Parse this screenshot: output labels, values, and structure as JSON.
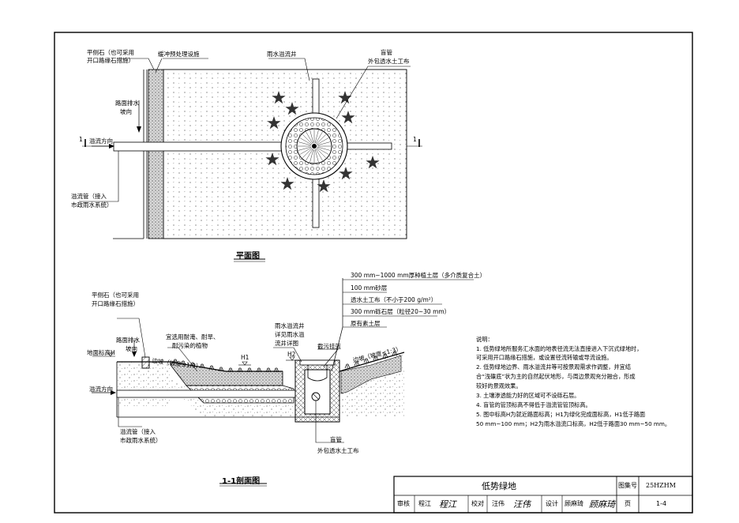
{
  "plan": {
    "title": "平面图",
    "labels": {
      "curb_a": "平侧石（也可采用",
      "curb_b": "开口路缘石措施）",
      "buffer": "缓冲预处理设施",
      "well": "雨水溢流井",
      "blind_a": "盲管",
      "blind_b": "外包透水土工布",
      "road_a": "路面排水",
      "road_b": "坡向",
      "overflow_dir": "溢流方向",
      "pipe_a": "溢流管（接入",
      "pipe_b": "市政雨水系统）",
      "sec_mark_left": "1",
      "sec_mark_right": "1"
    }
  },
  "section": {
    "title": "1-1剖面图",
    "labels": {
      "curb_a": "平侧石（也可采用",
      "curb_b": "开口路缘石措施）",
      "road_a": "路面排水",
      "road_b": "坡向",
      "ground": "地面标高H",
      "plant_a": "宜选用耐淹、耐旱、",
      "plant_b": "耐污染的植物",
      "well_a": "雨水溢流井",
      "well_b": "详见雨水溢",
      "well_c": "流井详图",
      "grate": "截污挂篮",
      "h1": "H1",
      "h2": "H2",
      "slope_left": "边坡（坡度≤1:3）",
      "slope_right": "边坡（坡度≤1:3）",
      "overflow_dir": "溢流方向",
      "pipe_a": "溢流管（接入",
      "pipe_b": "市政雨水系统）",
      "blind_a": "盲管",
      "blind_b": "外包透水土工布"
    },
    "layers": [
      "300 mm~1000 mm厚种植土层（多介质复合土）",
      "100 mm砂层",
      "透水土工布（不小于200 g/m²）",
      "300 mm砾石层（粒径20~30 mm）",
      "原有素土层"
    ]
  },
  "notes": {
    "heading": "说明：",
    "lines": [
      "1. 低势绿地所服务汇水面的地表径流无法直接进入下沉式绿地时，",
      "可采用开口路缘石措施，或设置径流转输或导流设施。",
      "2. 低势绿地边界、雨水溢流井等可按景观需求作调整，并宜结",
      "合“浅碟底”状为主的自然起伏地形，与周边景观充分融合，形成",
      "较好的景观效果。",
      "3. 土壤渗透能力好的区域可不设砾石层。",
      "4. 盲管的管顶标高不得低于溢流管管顶标高。",
      "5. 图中标高H为就近路面标高；H1为绿化完成面标高，H1低于路面",
      "50 mm~100 mm；H2为雨水溢流口标高，H2低于路面30 mm~50 mm。"
    ]
  },
  "title_block": {
    "drawing_title": "低势绿地",
    "atlas_label": "图集号",
    "atlas_no": "25HZHM",
    "review_label": "审核",
    "reviewer": "程江",
    "reviewer_sig": "程江",
    "check_label": "校对",
    "checker": "汪伟",
    "checker_sig": "汪伟",
    "design_label": "设计",
    "designer": "顾麻琦",
    "designer_sig": "顾麻琦",
    "page_label": "页",
    "page_no": "1-4"
  }
}
